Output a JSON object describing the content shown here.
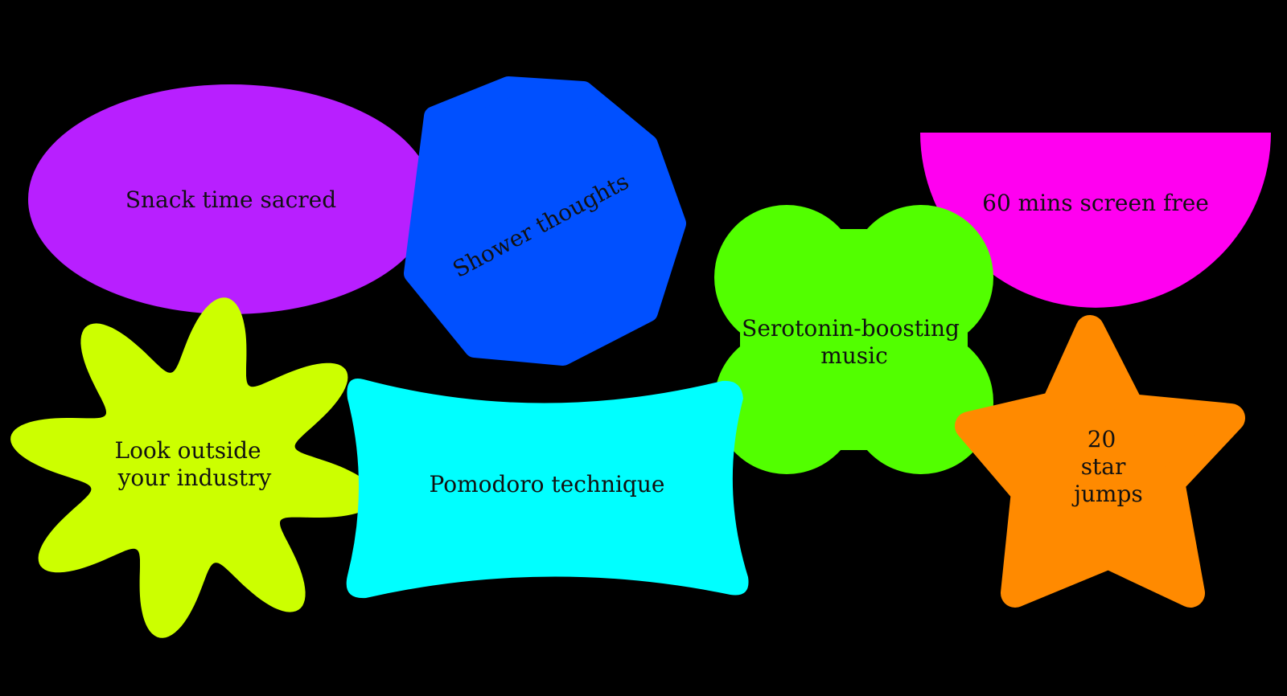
{
  "background": "#000000",
  "stickers": [
    {
      "id": "oval",
      "shape": "ellipse",
      "color": "#B81FFF",
      "lines": [
        "Snack time sacred"
      ]
    },
    {
      "id": "octagon",
      "shape": "octagon",
      "color": "#0050FF",
      "lines": [
        "Shower thoughts"
      ]
    },
    {
      "id": "semicircle",
      "shape": "half-circle",
      "color": "#FF00F0",
      "lines": [
        "60 mins screen free"
      ]
    },
    {
      "id": "flower",
      "shape": "four-lobe",
      "color": "#52FF00",
      "lines": [
        "Serotonin-boosting",
        "music"
      ]
    },
    {
      "id": "burst",
      "shape": "wavy-burst",
      "color": "#CCFF00",
      "lines": [
        "Look outside",
        "your industry"
      ]
    },
    {
      "id": "pillow",
      "shape": "concave-rectangle",
      "color": "#00FFFF",
      "lines": [
        "Pomodoro technique"
      ]
    },
    {
      "id": "star",
      "shape": "star",
      "color": "#FF8A00",
      "lines": [
        "20",
        "star",
        "jumps"
      ]
    }
  ]
}
